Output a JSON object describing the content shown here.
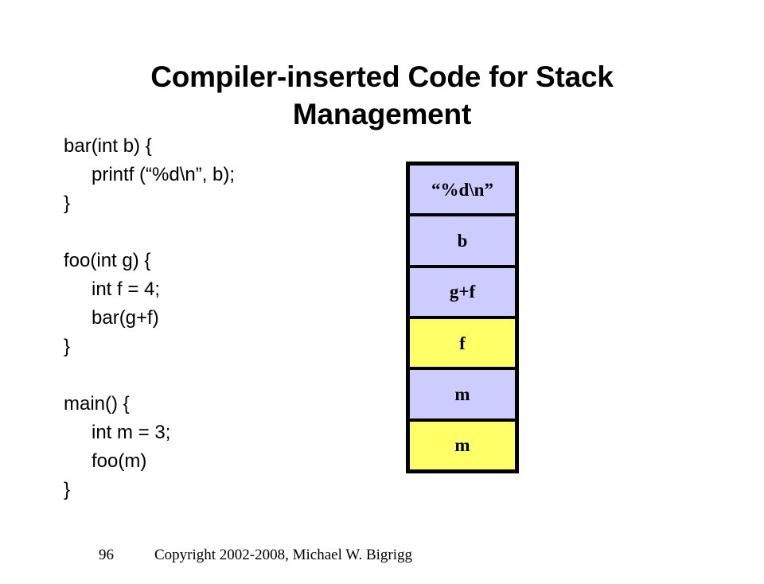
{
  "slide": {
    "title_lines": [
      "Compiler-inserted Code for Stack",
      "Management"
    ]
  },
  "code": {
    "blocks": [
      {
        "name": "bar",
        "lines": [
          {
            "text": "bar(int b) {",
            "indent": 0
          },
          {
            "text": "printf (“%d\\n”, b);",
            "indent": 1
          },
          {
            "text": "}",
            "indent": 0
          }
        ]
      },
      {
        "name": "foo",
        "lines": [
          {
            "text": "foo(int g) {",
            "indent": 0
          },
          {
            "text": "int f = 4;",
            "indent": 1
          },
          {
            "text": "bar(g+f)",
            "indent": 1
          },
          {
            "text": "}",
            "indent": 0
          }
        ]
      },
      {
        "name": "main",
        "lines": [
          {
            "text": "main() {",
            "indent": 0
          },
          {
            "text": "int m = 3;",
            "indent": 1
          },
          {
            "text": "foo(m)",
            "indent": 1
          },
          {
            "text": "}",
            "indent": 0
          }
        ]
      }
    ]
  },
  "stack": {
    "cells": [
      {
        "label": "“%d\\n”",
        "fill": "lavender"
      },
      {
        "label": "b",
        "fill": "lavender"
      },
      {
        "label": "g+f",
        "fill": "lavender"
      },
      {
        "label": "f",
        "fill": "yellow"
      },
      {
        "label": "m",
        "fill": "lavender"
      },
      {
        "label": "m",
        "fill": "yellow"
      }
    ]
  },
  "footer": {
    "page_number": "96",
    "copyright": "Copyright 2002-2008, Michael W. Bigrigg"
  },
  "colors": {
    "lavender": "#ccccff",
    "yellow": "#ffff66",
    "border": "#000000",
    "background": "#ffffff",
    "text": "#000000"
  }
}
